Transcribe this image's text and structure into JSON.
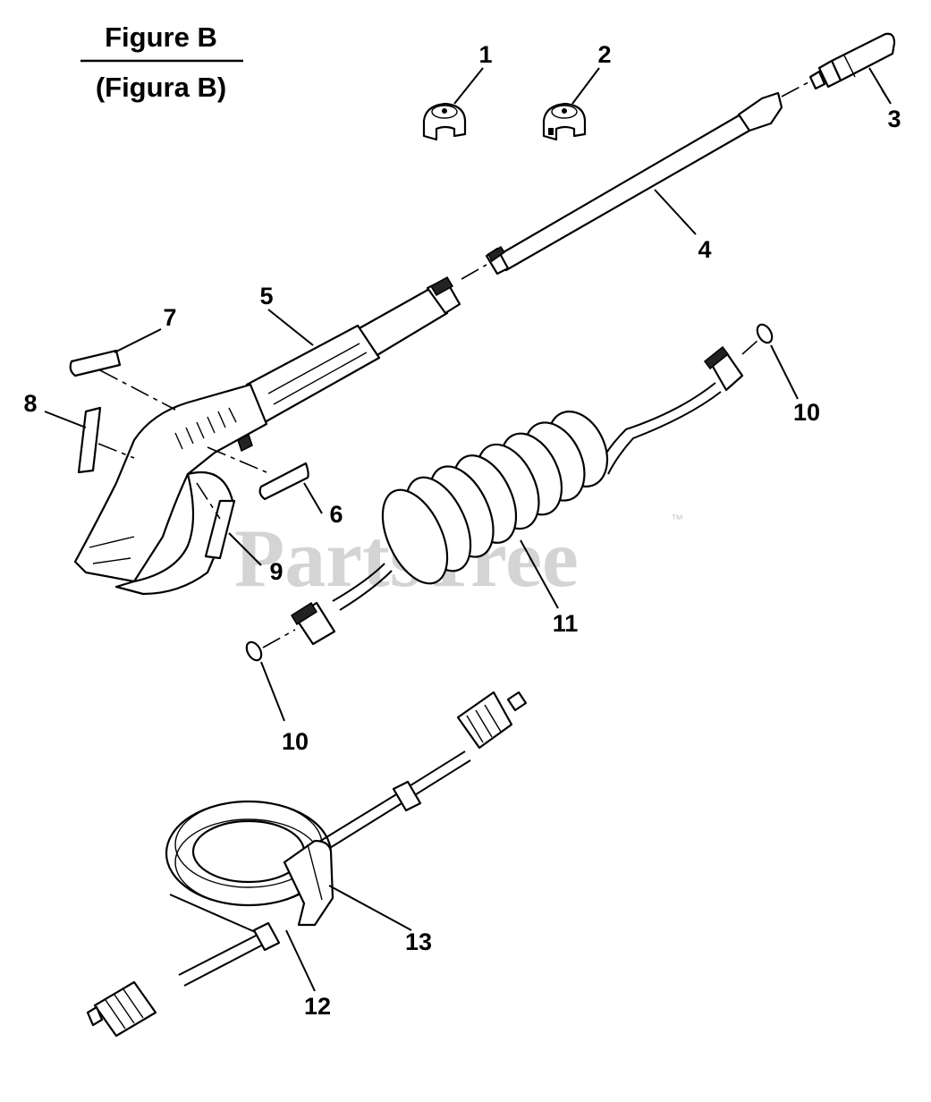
{
  "figure": {
    "title": "Figure B",
    "subtitle": "(Figura B)"
  },
  "watermark": {
    "text": "PartsTree",
    "tm": "™",
    "color": "#d4d4d4"
  },
  "callouts": {
    "c1": "1",
    "c2": "2",
    "c3": "3",
    "c4": "4",
    "c5": "5",
    "c6": "6",
    "c7": "7",
    "c8": "8",
    "c9": "9",
    "c10a": "10",
    "c10b": "10",
    "c11": "11",
    "c12": "12",
    "c13": "13"
  }
}
